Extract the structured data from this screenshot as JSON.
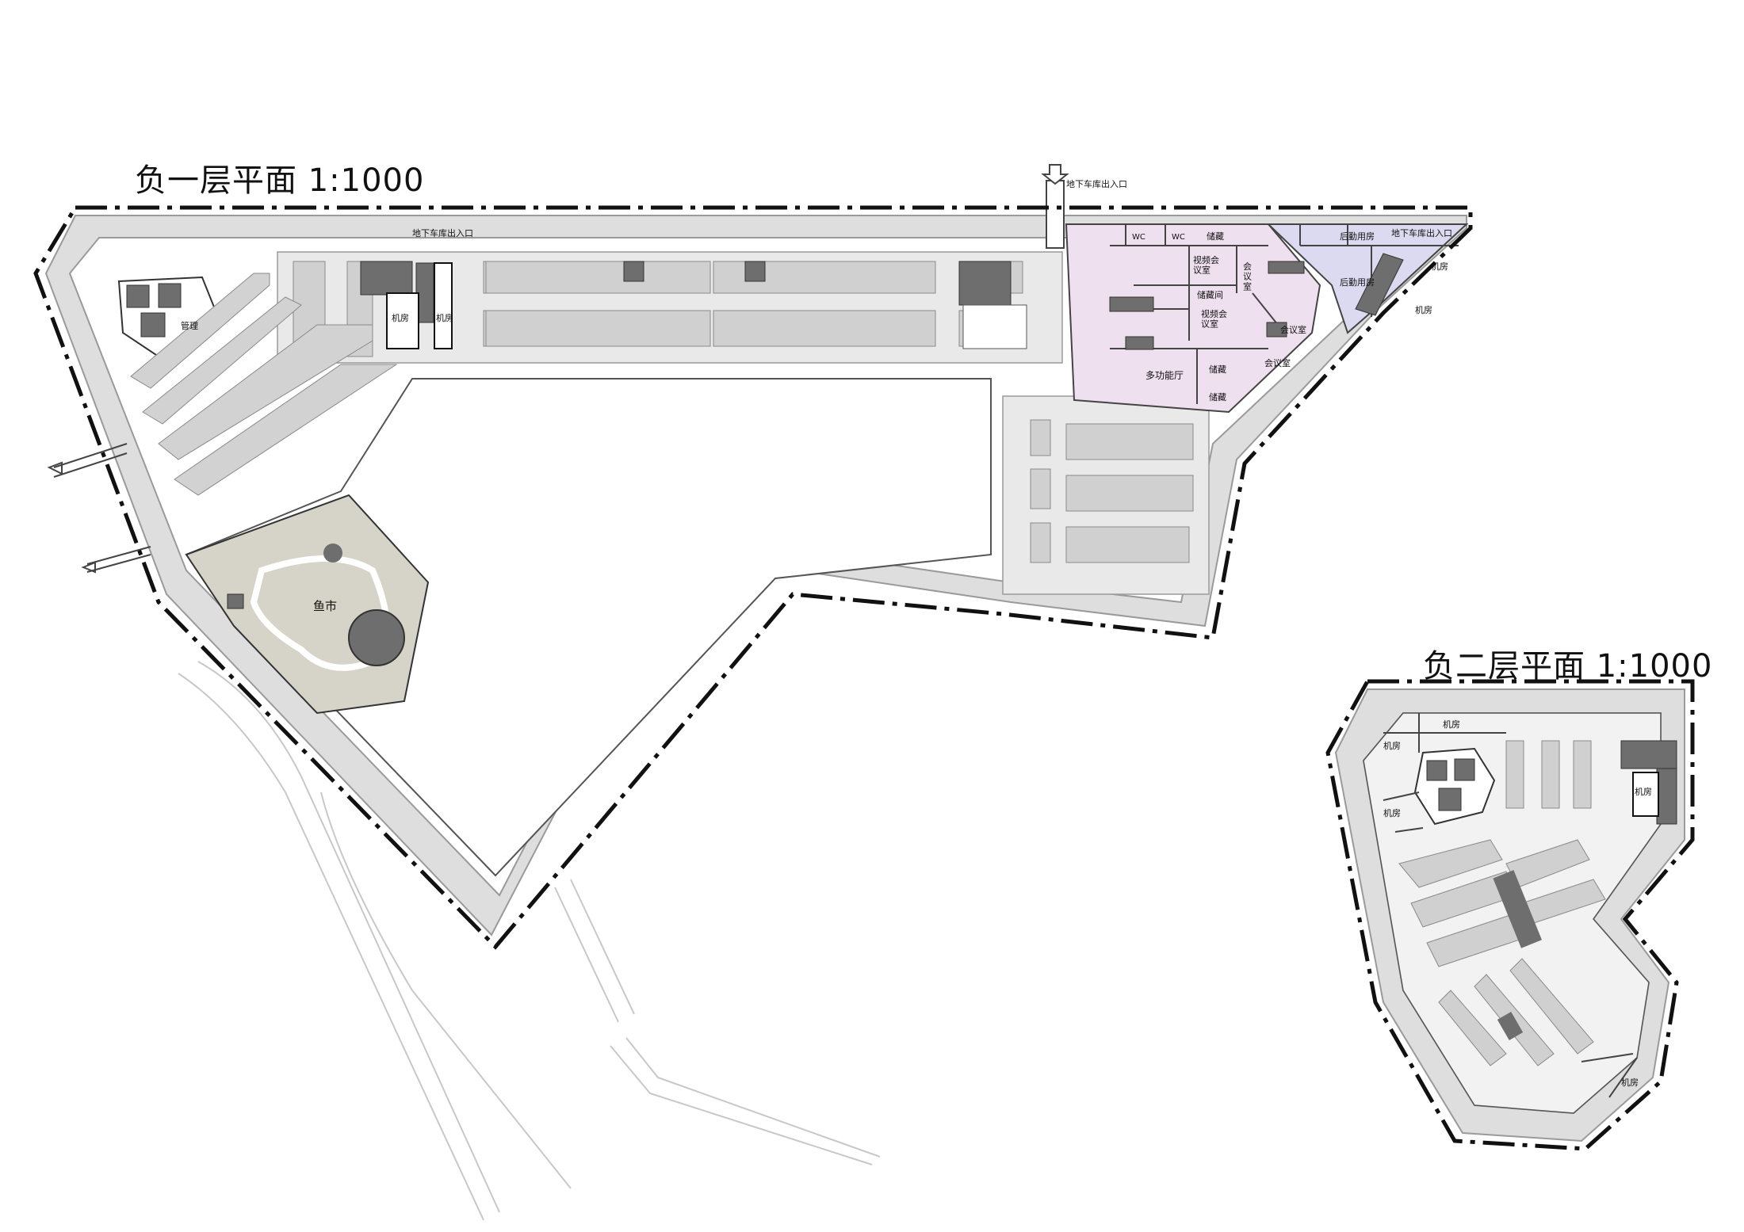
{
  "plan_b1": {
    "title": "负一层平面 1:1000",
    "labels": {
      "garage_entry_top": "地下车库出入口",
      "garage_entry_road": "地下车库出入口",
      "garage_entry_right": "地下车库出入口",
      "mgmt": "管理",
      "machine_room_a": "机房",
      "machine_room_b": "机房",
      "fish_market": "鱼市",
      "wc_1": "WC",
      "wc_2": "WC",
      "storage_1": "储藏",
      "video_conf_1": "视频会\n议室",
      "conf_vertical": "会\n议\n室",
      "storage_2": "储藏间",
      "video_conf_2": "视频会\n议室",
      "logistics_1": "后勤用房",
      "logistics_2": "后勤用房",
      "conf_room_1": "会议室",
      "conf_room_2": "会议室",
      "multi_hall": "多功能厅",
      "storage_3": "储藏",
      "storage_4": "储藏",
      "machine_room_c": "机房",
      "machine_room_d": "机房"
    }
  },
  "plan_b2": {
    "title": "负二层平面 1:1000",
    "labels": {
      "machine_room_1": "机房",
      "machine_room_2": "机房",
      "machine_room_3": "机房",
      "machine_room_4": "机房",
      "machine_room_5": "机房"
    }
  },
  "colors": {
    "road": "#dcdcdc",
    "parking": "#d4d4d4",
    "core": "#6b6b6b",
    "fish_market": "#d6d4c8",
    "office_pink": "#eee0ee",
    "logistics_purple": "#dcdaf0",
    "boundary": "#111111"
  }
}
